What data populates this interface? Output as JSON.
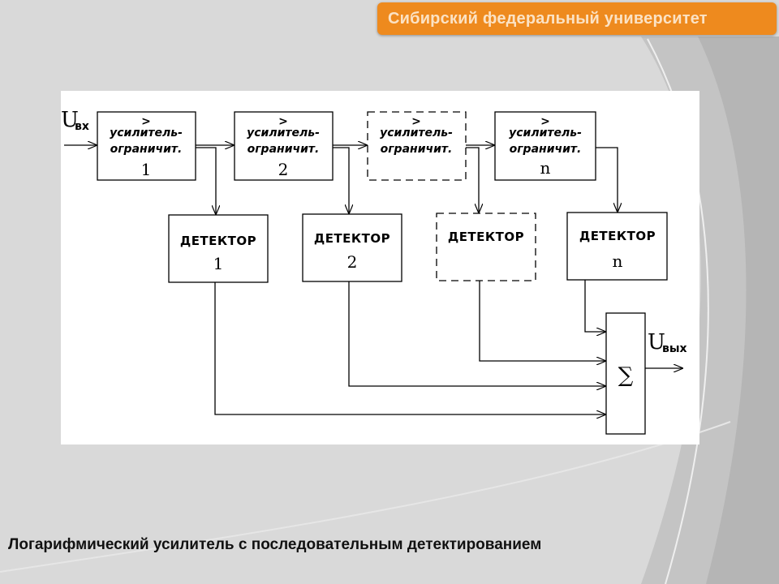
{
  "header": {
    "title": "Сибирский федеральный университет"
  },
  "diagram": {
    "input_label": "U",
    "input_sub": "вх",
    "output_label": "U",
    "output_sub": "вых",
    "amplifiers": [
      {
        "arrow": ">",
        "line1": "усилитель-",
        "line2": "ограничит.",
        "num": "1"
      },
      {
        "arrow": ">",
        "line1": "усилитель-",
        "line2": "ограничит.",
        "num": "2"
      },
      {
        "arrow": ">",
        "line1": "усилитель-",
        "line2": "ограничит.",
        "num": ""
      },
      {
        "arrow": ">",
        "line1": "усилитель-",
        "line2": "ограничит.",
        "num": "n"
      }
    ],
    "detectors": [
      {
        "label": "ДЕТЕКТОР",
        "num": "1"
      },
      {
        "label": "ДЕТЕКТОР",
        "num": "2"
      },
      {
        "label": "ДЕТЕКТОР",
        "num": ""
      },
      {
        "label": "ДЕТЕКТОР",
        "num": "n"
      }
    ],
    "summator_symbol": "∑"
  },
  "caption": "Логарифмический усилитель с последовательным детектированием"
}
